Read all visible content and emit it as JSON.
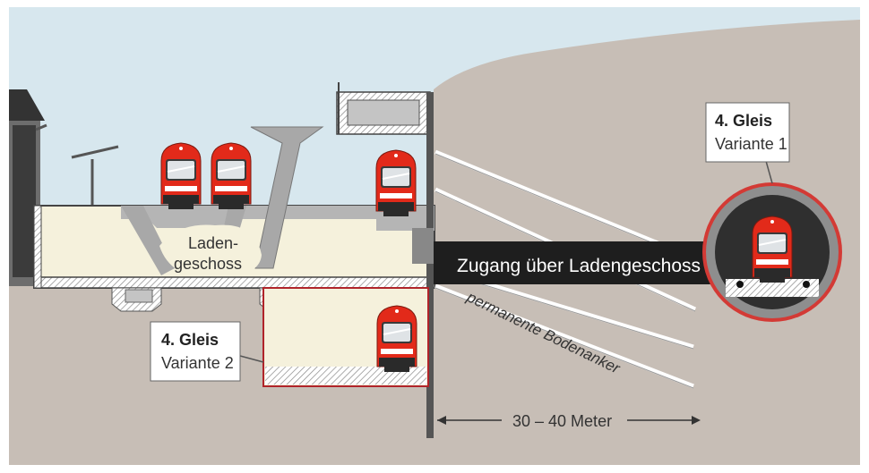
{
  "labels": {
    "shop_floor_line1": "Laden-",
    "shop_floor_line2": "geschoss",
    "access_banner": "Zugang über Ladengeschoss",
    "anchors": "permanente Bodenanker",
    "distance": "30 – 40 Meter"
  },
  "variant1": {
    "title": "4. Gleis",
    "subtitle": "Variante 1"
  },
  "variant2": {
    "title": "4. Gleis",
    "subtitle": "Variante 2"
  },
  "colors": {
    "sky": "#d7e7ee",
    "ground": "#c7beb6",
    "concrete": "#b5b5b5",
    "shop_fill": "#f5f1dc",
    "train_red": "#e22a1a",
    "banner": "#1e1e1e",
    "tunnel_ring": "#d33a35"
  }
}
